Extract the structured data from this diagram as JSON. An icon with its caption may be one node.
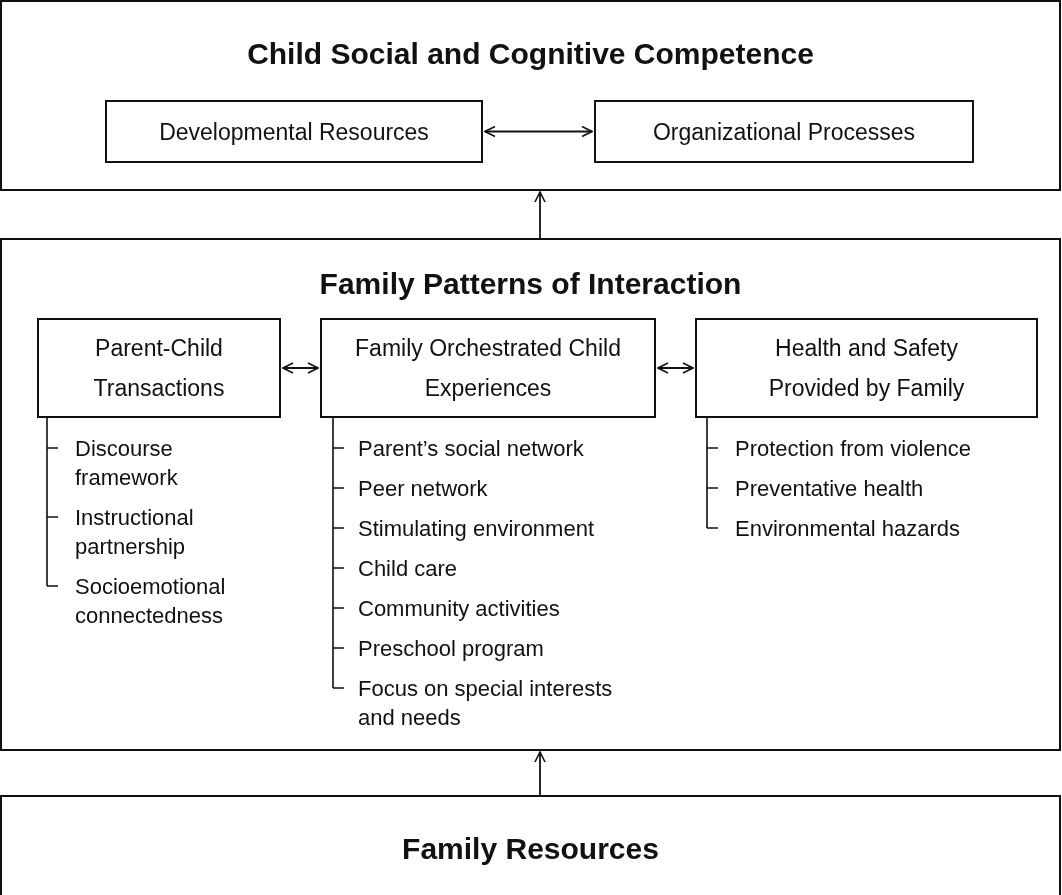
{
  "diagram": {
    "nodes": [
      {
        "text": [
          "Child Social and Cognitive Competence"
        ]
      },
      {
        "text": [
          "Developmental Resources"
        ],
        "in": 0
      },
      {
        "text": [
          "Organizational Processes"
        ],
        "in": 0
      },
      {
        "text": [
          "Family Patterns of Interaction"
        ]
      },
      {
        "text": [
          "Parent-Child Transactions"
        ],
        "in": 3,
        "beside": [
          "Discourse framework",
          "Instructional partnership",
          "Socioemotional connectedness"
        ]
      },
      {
        "text": [
          "Family Orchestrated Child Experiences"
        ],
        "in": 3,
        "beside": [
          "Parent’s social network",
          "Peer network",
          "Stimulating environment",
          "Child care",
          "Community activities",
          "Preschool program",
          "Focus on special interests and needs"
        ]
      },
      {
        "text": [
          "Health and Safety Provided by Family"
        ],
        "in": 3,
        "beside": [
          "Protection from violence",
          "Preventative health",
          "Environmental hazards"
        ]
      },
      {
        "text": [
          "Family Resources"
        ]
      }
    ],
    "edges": [
      {
        "from": 1,
        "to": 2,
        "arrow": "both"
      },
      {
        "from": 4,
        "to": 5,
        "arrow": "both"
      },
      {
        "from": 5,
        "to": 6,
        "arrow": "both"
      },
      {
        "from": 3,
        "to": 0,
        "arrow": "to"
      },
      {
        "from": 7,
        "to": 3,
        "arrow": "to"
      }
    ]
  }
}
